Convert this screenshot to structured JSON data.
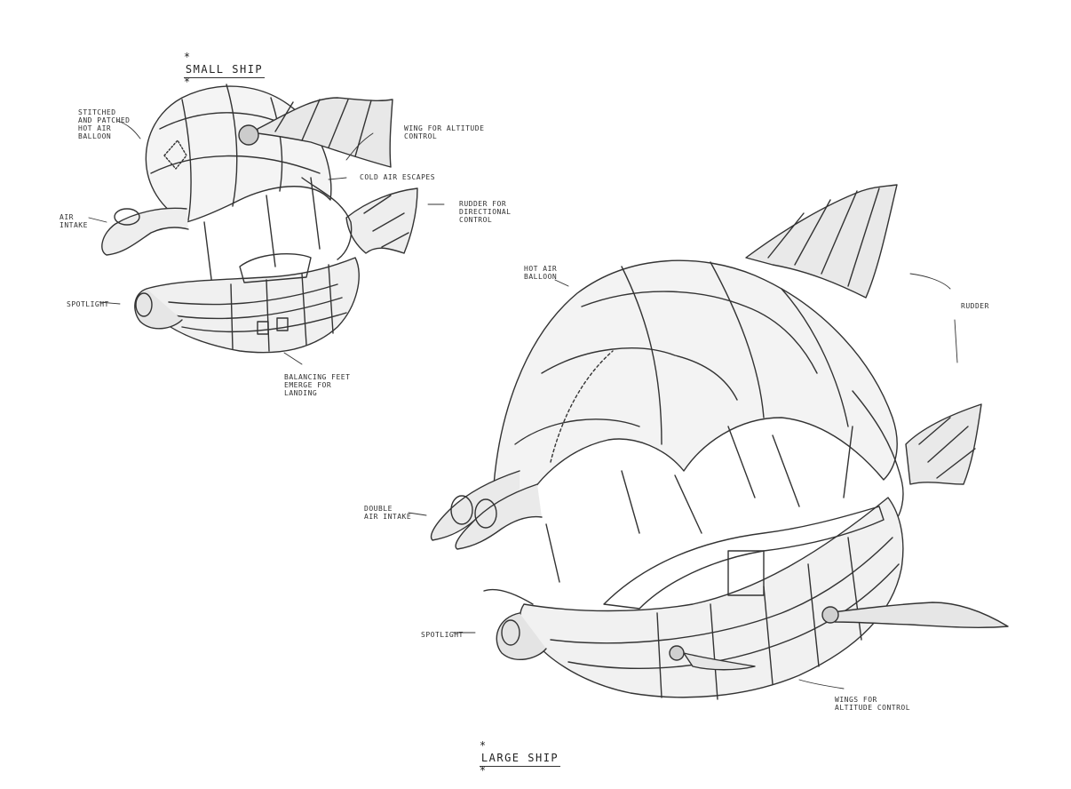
{
  "titles": {
    "small": "SMALL SHIP",
    "large": "LARGE SHIP",
    "star": "*"
  },
  "small_ship_labels": {
    "stitched": "STITCHED\nAND PATCHED\nHOT AIR\nBALLOON",
    "wing": "WING FOR ALTITUDE\nCONTROL",
    "cold_air": "COLD AIR ESCAPES",
    "rudder": "RUDDER FOR\nDIRECTIONAL\nCONTROL",
    "air_intake": "AIR\nINTAKE",
    "spotlight": "SPOTLIGHT",
    "balancing": "BALANCING FEET\nEMERGE FOR\nLANDING"
  },
  "large_ship_labels": {
    "hot_air": "HOT AIR\nBALLOON",
    "rudder": "RUDDER",
    "double_intake": "DOUBLE\nAIR INTAKE",
    "spotlight": "SPOTLIGHT",
    "wings": "WINGS FOR\nALTITUDE CONTROL"
  }
}
